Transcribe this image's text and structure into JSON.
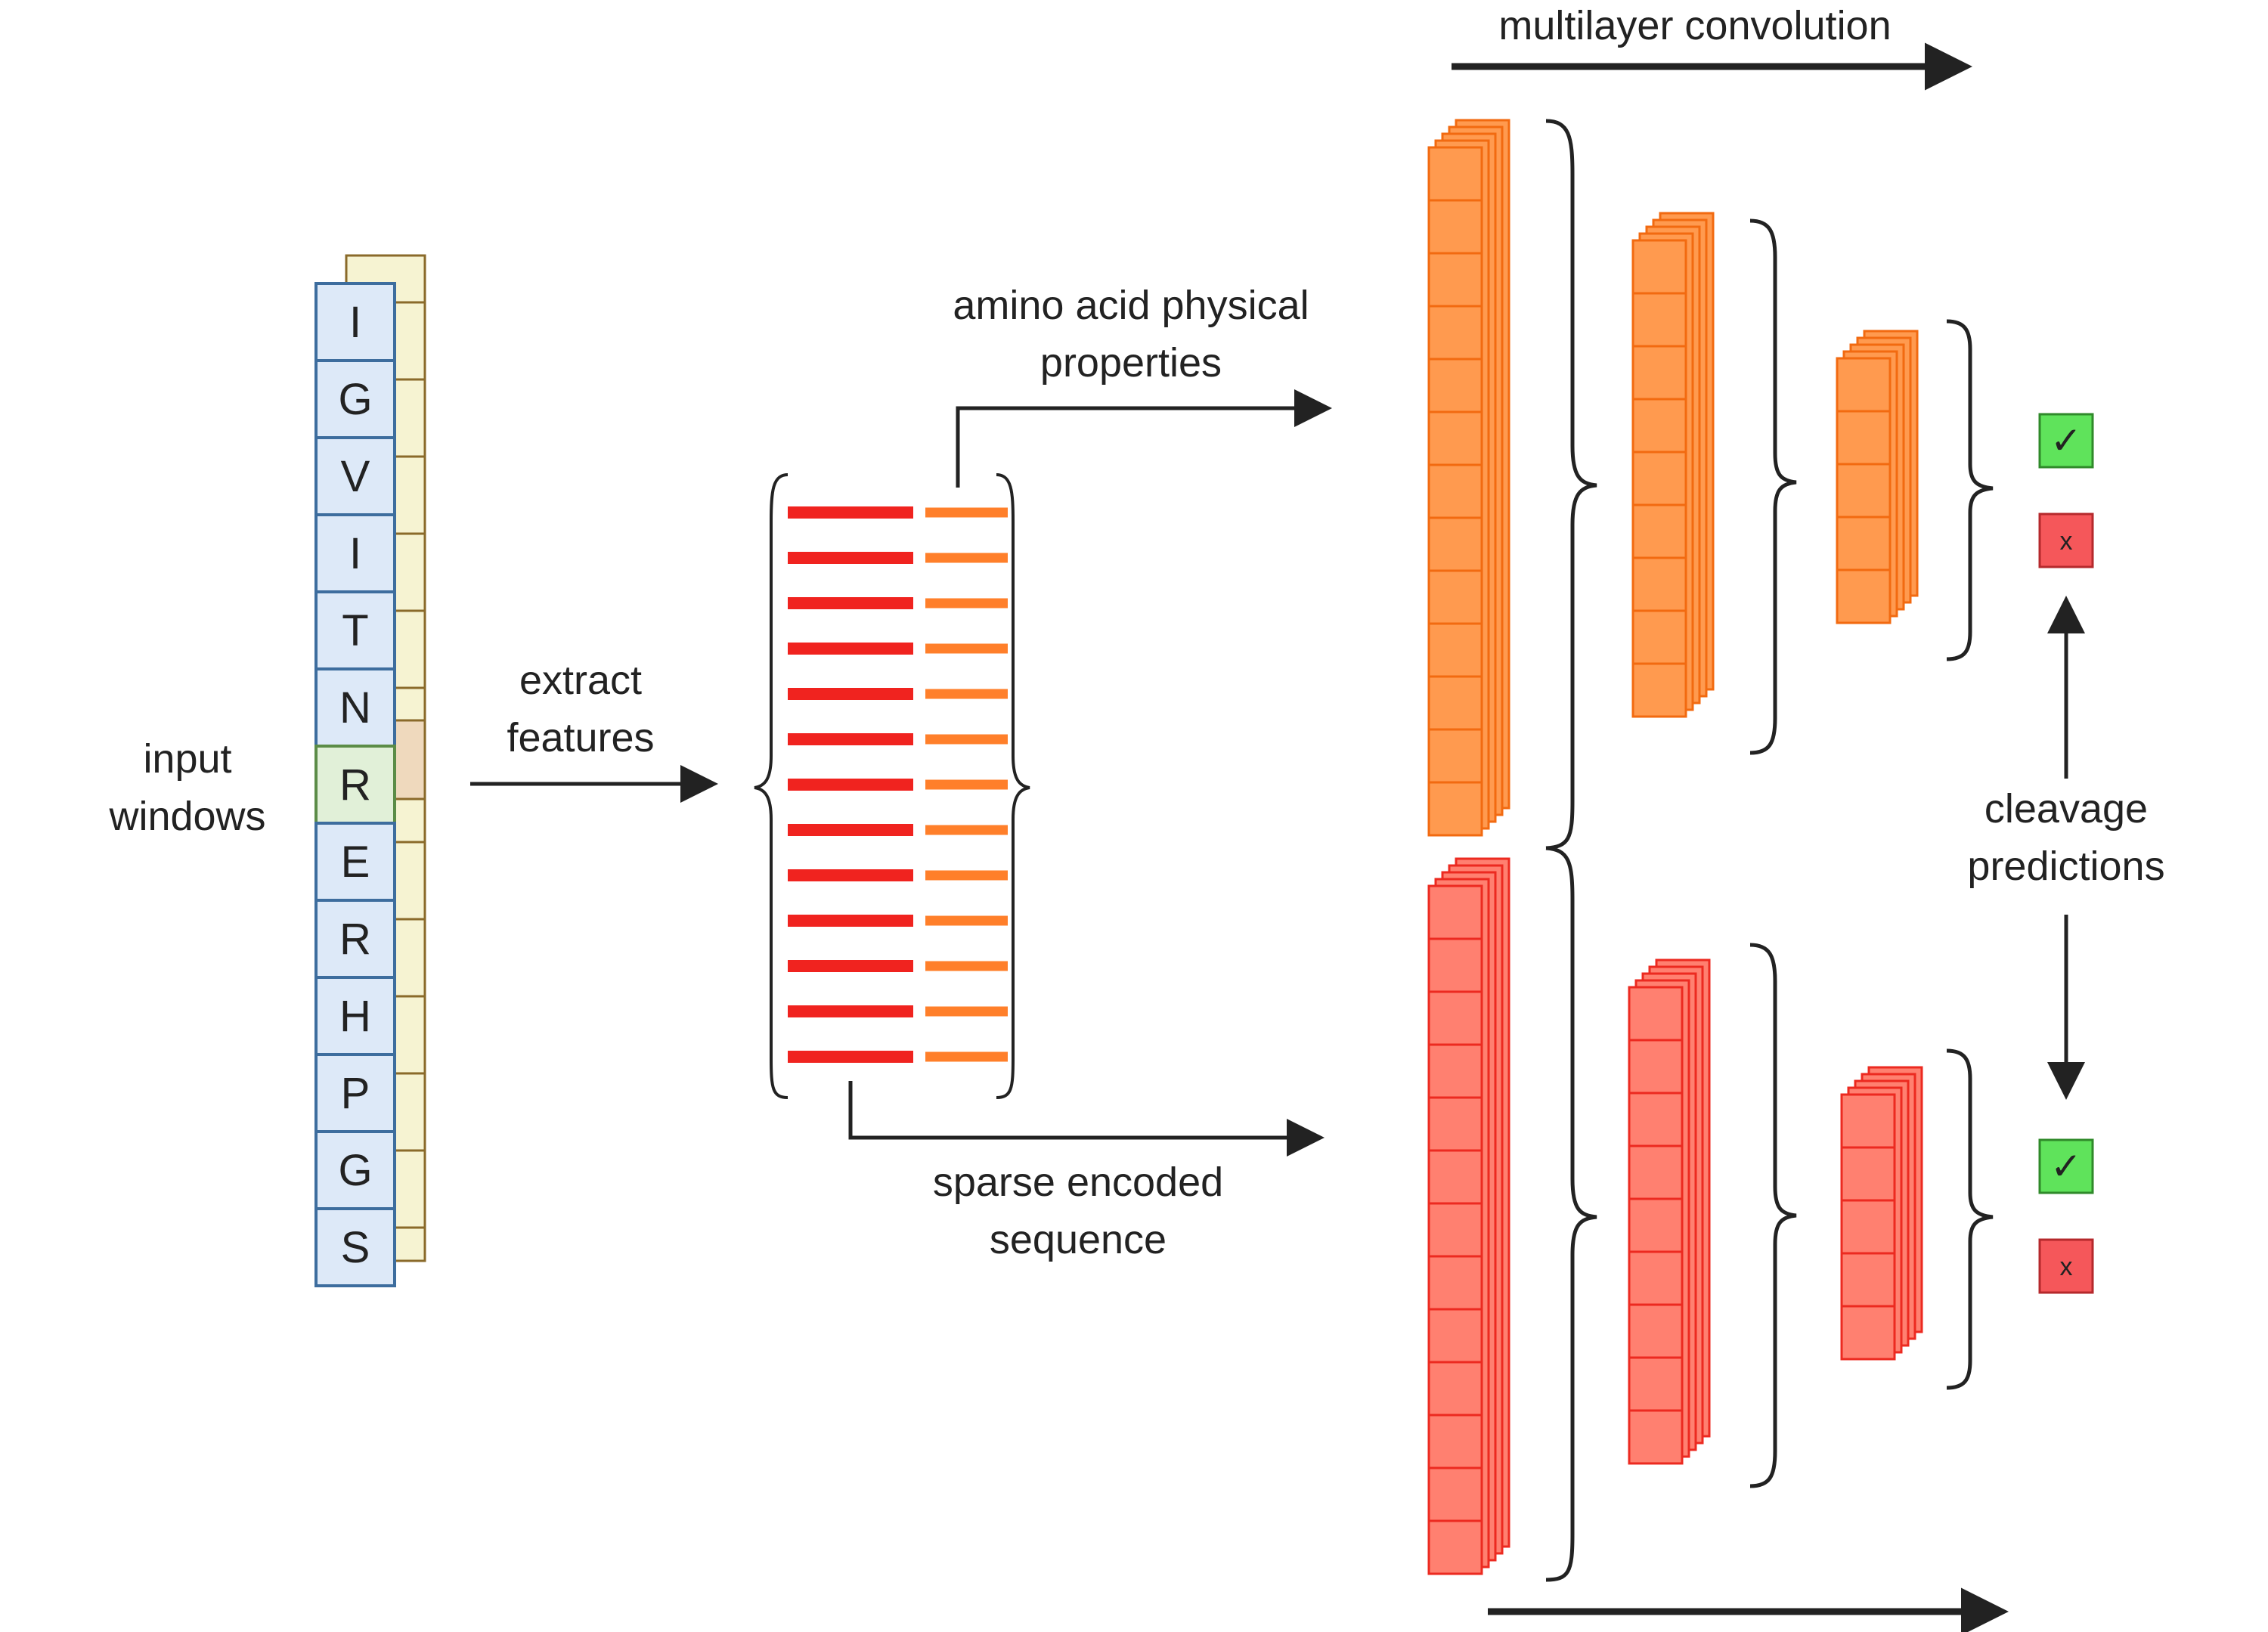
{
  "labels": {
    "input_windows": [
      "input",
      "windows"
    ],
    "extract_features": [
      "extract",
      "features"
    ],
    "amino_acid_properties": [
      "amino acid physical",
      "properties"
    ],
    "sparse_encoded_sequence": [
      "sparse encoded",
      "sequence"
    ],
    "multilayer_convolution": "multilayer convolution",
    "cleavage_predictions": [
      "cleavage",
      "predictions"
    ]
  },
  "input_sequence": [
    "I",
    "G",
    "V",
    "I",
    "T",
    "N",
    "R",
    "E",
    "R",
    "H",
    "P",
    "G",
    "S"
  ],
  "highlighted_residue_index": 6,
  "feature_rows": 13,
  "prediction_marks": {
    "positive": "✓",
    "negative": "x"
  },
  "colors": {
    "residue_fill": "#dde9f8",
    "residue_stroke": "#3d6d9e",
    "highlight_fill": "#e1f0d8",
    "highlight_stroke": "#5b8c47",
    "back_window_fill": "#f6f3d2",
    "back_window_stroke": "#8a6a2a",
    "sparse_feature": "#f0231f",
    "physical_feature": "#ff7f2a",
    "conv_orange_fill": "#ff9a4f",
    "conv_orange_stroke": "#f26a10",
    "conv_red_fill": "#ff8070",
    "conv_red_stroke": "#ec2a20",
    "positive_fill": "#5fe35b",
    "positive_stroke": "#2f8a2a",
    "negative_fill": "#f5575a",
    "negative_stroke": "#b5292c",
    "arrow": "#222222"
  },
  "icons": [
    "check-icon",
    "cross-icon",
    "arrow-icon",
    "curly-brace-icon"
  ]
}
